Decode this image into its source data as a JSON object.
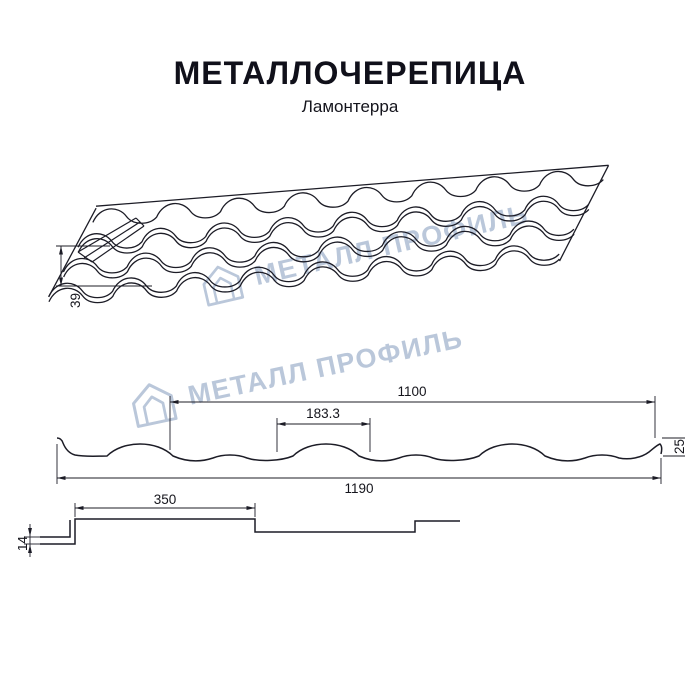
{
  "header": {
    "title": "МЕТАЛЛОЧЕРЕПИЦА",
    "subtitle": "Ламонтерра"
  },
  "watermark": {
    "text": "МЕТАЛЛ ПРОФИЛЬ",
    "color": "#b3c2d6"
  },
  "perspective_view": {
    "height_dim": "39"
  },
  "cross_section": {
    "top_width_dim": "1100",
    "wave_step_dim": "183.3",
    "profile_height_dim": "25",
    "full_width_dim": "1190"
  },
  "longitudinal_section": {
    "module_length_dim": "350",
    "step_height_dim": "14"
  }
}
